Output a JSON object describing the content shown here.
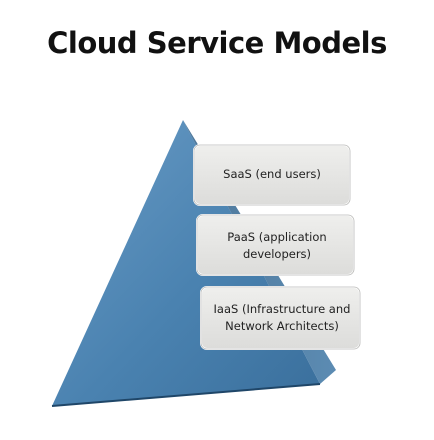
{
  "title": "Cloud Service Models",
  "colors": {
    "pyramid": "#4a82b0",
    "pyramid_dark": "#2e5f88",
    "box_fill": "#e8e8e6"
  },
  "layers": [
    {
      "line1": "SaaS (end users)",
      "line2": ""
    },
    {
      "line1": "PaaS (application",
      "line2": "developers)"
    },
    {
      "line1": "IaaS (Infrastructure and",
      "line2": "Network Architects)"
    }
  ]
}
